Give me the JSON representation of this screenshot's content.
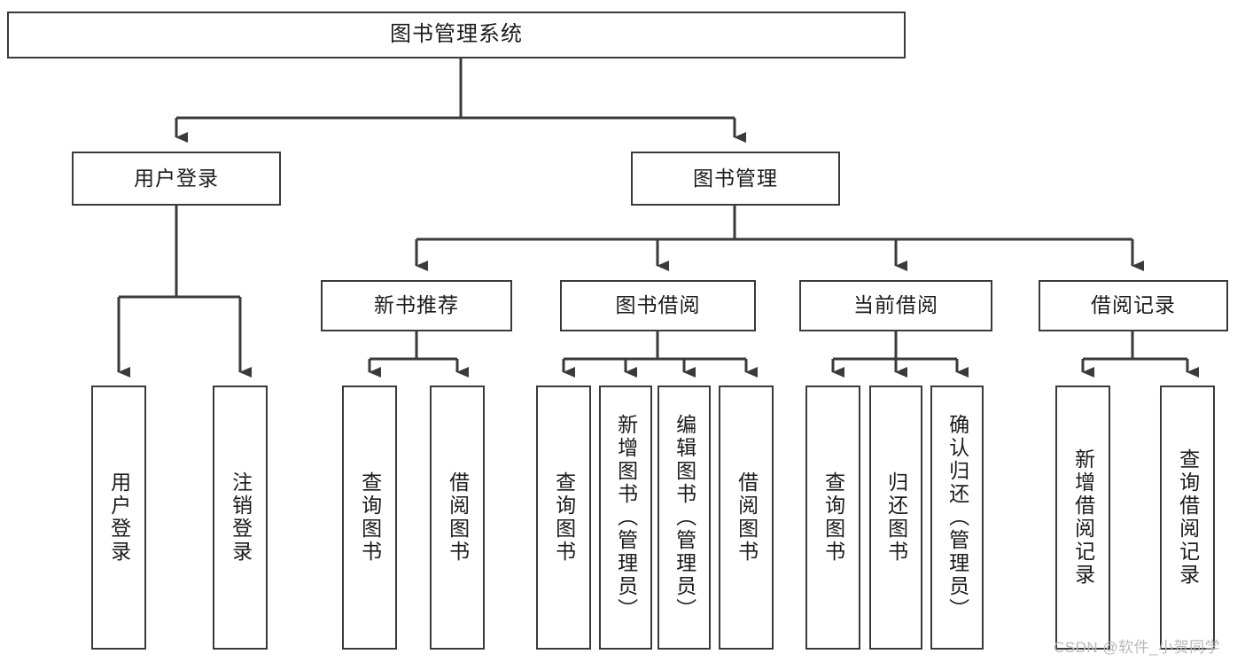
{
  "diagram": {
    "title": "图书管理系统",
    "type": "hierarchy-tree",
    "orientation": "top-down",
    "levels": 4,
    "nodes": {
      "root": {
        "label": "图书管理系统"
      },
      "level2": [
        {
          "id": "user-login",
          "label": "用户登录"
        },
        {
          "id": "book-manage",
          "label": "图书管理"
        }
      ],
      "level3": [
        {
          "id": "new-book-recommend",
          "label": "新书推荐",
          "parent": "book-manage"
        },
        {
          "id": "book-borrow",
          "label": "图书借阅",
          "parent": "book-manage"
        },
        {
          "id": "current-borrow",
          "label": "当前借阅",
          "parent": "book-manage"
        },
        {
          "id": "borrow-record",
          "label": "借阅记录",
          "parent": "book-manage"
        }
      ],
      "leaves": [
        {
          "id": "leaf-user-login",
          "label": "用户登录",
          "parent": "user-login"
        },
        {
          "id": "leaf-logout",
          "label": "注销登录",
          "parent": "user-login"
        },
        {
          "id": "leaf-query-book-1",
          "label": "查询图书",
          "parent": "new-book-recommend"
        },
        {
          "id": "leaf-borrow-book-1",
          "label": "借阅图书",
          "parent": "new-book-recommend"
        },
        {
          "id": "leaf-query-book-2",
          "label": "查询图书",
          "parent": "book-borrow"
        },
        {
          "id": "leaf-add-book",
          "label": "新增图书（管理员）",
          "parent": "book-borrow"
        },
        {
          "id": "leaf-edit-book",
          "label": "编辑图书（管理员）",
          "parent": "book-borrow"
        },
        {
          "id": "leaf-borrow-book-2",
          "label": "借阅图书",
          "parent": "book-borrow"
        },
        {
          "id": "leaf-query-book-3",
          "label": "查询图书",
          "parent": "current-borrow"
        },
        {
          "id": "leaf-return-book",
          "label": "归还图书",
          "parent": "current-borrow"
        },
        {
          "id": "leaf-confirm-return",
          "label": "确认归还（管理员）",
          "parent": "current-borrow"
        },
        {
          "id": "leaf-add-record",
          "label": "新增借阅记录",
          "parent": "borrow-record"
        },
        {
          "id": "leaf-query-record",
          "label": "查询借阅记录",
          "parent": "borrow-record"
        }
      ]
    },
    "watermark": "CSDN @软件_小贺同学",
    "colors": {
      "stroke": "#3a3a3a",
      "fill": "#ffffff",
      "text": "#1b1b1b",
      "watermark": "#b9b9b9"
    }
  }
}
